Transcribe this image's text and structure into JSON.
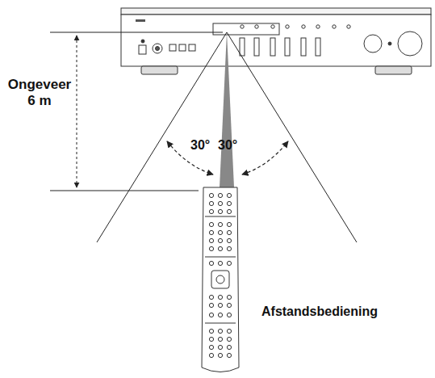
{
  "diagram": {
    "labels": [
      "Ongeveer 6 m",
      "30°",
      "30°",
      "Afstandsbediening"
    ]
  }
}
